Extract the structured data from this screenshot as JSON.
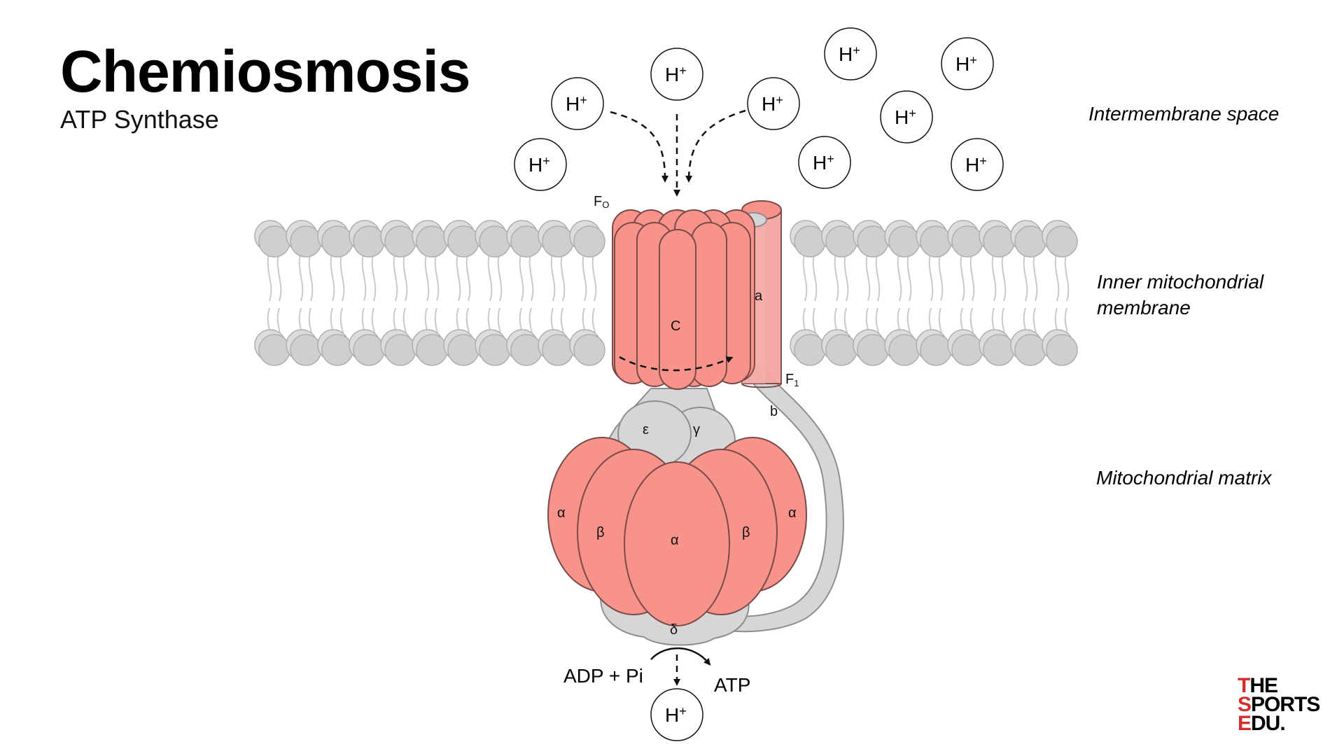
{
  "title": "Chemiosmosis",
  "subtitle": "ATP Synthase",
  "regions": {
    "intermembrane": "Intermembrane space",
    "membrane_line1": "Inner mitochondrial",
    "membrane_line2": "membrane",
    "matrix": "Mitochondrial matrix"
  },
  "proton": {
    "main": "H",
    "sup": "+"
  },
  "labels": {
    "fo_main": "F",
    "fo_sub": "O",
    "f1_main": "F",
    "f1_sub": "1",
    "c": "C",
    "a": "a",
    "b": "b",
    "epsilon": "ε",
    "gamma": "γ",
    "delta": "δ",
    "alpha": "α",
    "beta": "β",
    "adp": "ADP + Pi",
    "atp": "ATP"
  },
  "logo": {
    "line1_red": "T",
    "line1_rest": "HE",
    "line2_red": "S",
    "line2_rest": "PORTS",
    "line3_red": "E",
    "line3_rest": "DU."
  },
  "colors": {
    "salmon": "#f7938a",
    "salmon_stroke": "#7a4a47",
    "grey": "#d6d6d8",
    "grey_stroke": "#8e8e90"
  }
}
